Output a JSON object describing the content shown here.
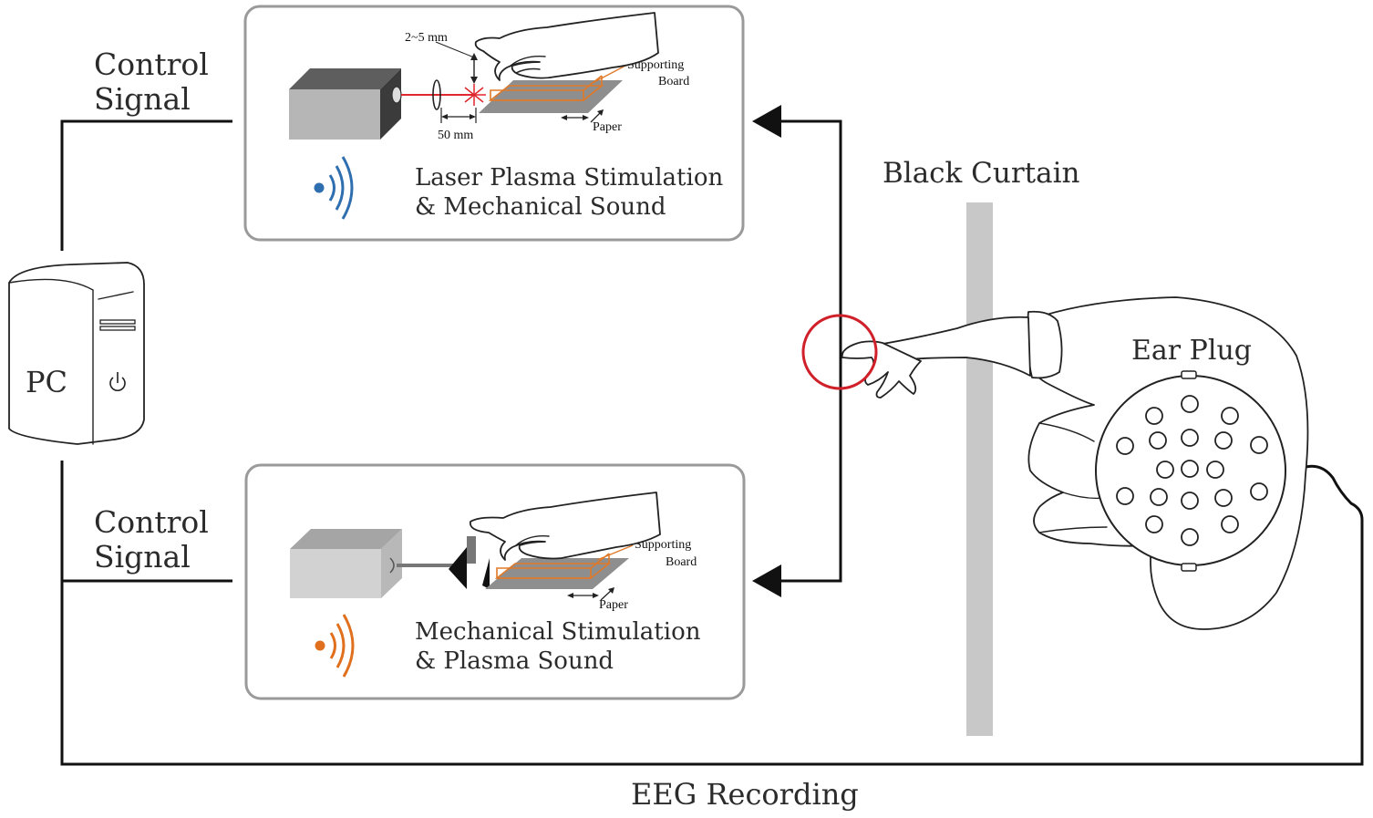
{
  "pc": {
    "label": "PC"
  },
  "control_signal_top": {
    "line1": "Control",
    "line2": "Signal"
  },
  "control_signal_bottom": {
    "line1": "Control",
    "line2": "Signal"
  },
  "panel_top": {
    "title_line1": "Laser Plasma Stimulation",
    "title_line2": "& Mechanical Sound",
    "gap_label": "2~5 mm",
    "distance_label": "50 mm",
    "board_label_line1": "Supporting",
    "board_label_line2": "Board",
    "paper_label": "Paper",
    "sound_icon_color": "#2f6fb0"
  },
  "panel_bottom": {
    "title_line1": "Mechanical Stimulation",
    "title_line2": "& Plasma Sound",
    "board_label_line1": "Supporting",
    "board_label_line2": "Board",
    "paper_label": "Paper",
    "sound_icon_color": "#e0701e"
  },
  "curtain": {
    "label": "Black Curtain",
    "color": "#c8c8c8"
  },
  "subject": {
    "ear_plug_label": "Ear Plug"
  },
  "eeg": {
    "label": "EEG Recording"
  },
  "colors": {
    "laser": "#e0262e",
    "board_outline": "#e07a2a",
    "highlight_circle": "#d0202a"
  }
}
